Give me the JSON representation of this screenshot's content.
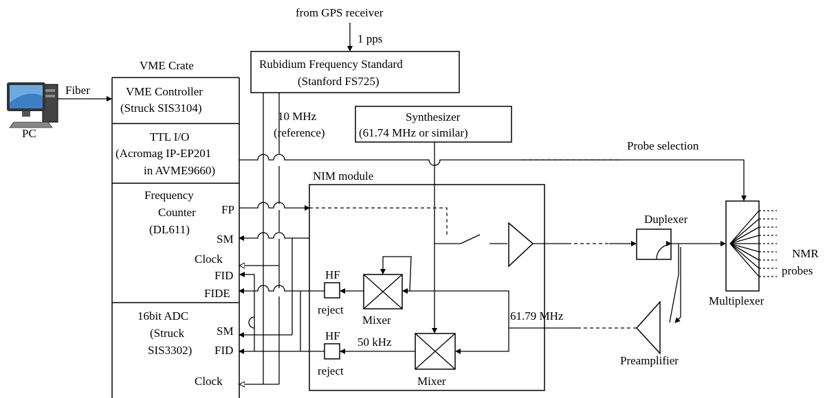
{
  "labels": {
    "gps": "from GPS receiver",
    "pps": "1 pps",
    "rubidium_1": "Rubidium Frequency Standard",
    "rubidium_2": "(Stanford FS725)",
    "vme_crate": "VME Crate",
    "fiber": "Fiber",
    "pc": "PC",
    "vme_ctrl_1": "VME Controller",
    "vme_ctrl_2": "(Struck SIS3104)",
    "ref_1": "10 MHz",
    "ref_2": "(reference)",
    "synth_1": "Synthesizer",
    "synth_2": "(61.74 MHz or similar)",
    "ttl_1": "TTL I/O",
    "ttl_2": "(Acromag IP-EP201",
    "ttl_3": "in AVME9660)",
    "probe_sel": "Probe selection",
    "nim": "NIM module",
    "fc_1": "Frequency",
    "fc_2": "Counter",
    "fc_3": "(DL611)",
    "fp": "FP",
    "sm": "SM",
    "clock": "Clock",
    "fid": "FID",
    "fide": "FIDE",
    "adc_1": "16bit ADC",
    "adc_2": "(Struck",
    "adc_3": "SIS3302)",
    "duplexer": "Duplexer",
    "nmr_1": "NMR",
    "nmr_2": "probes",
    "multiplexer": "Multiplexer",
    "hf": "HF",
    "reject": "reject",
    "mixer": "Mixer",
    "freq_6179": "61.79 MHz",
    "freq_50k": "50 kHz",
    "preamp": "Preamplifier"
  }
}
